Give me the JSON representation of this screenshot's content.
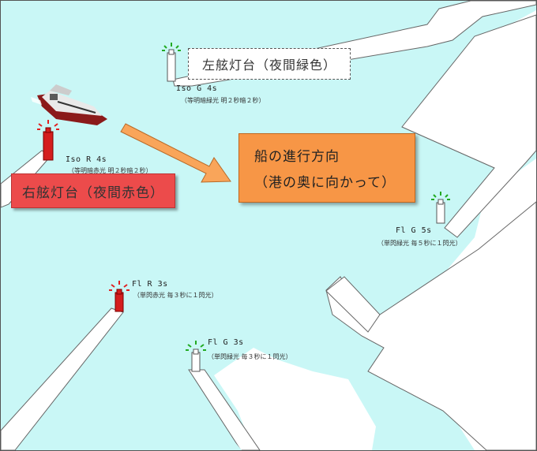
{
  "colors": {
    "water": "#c9f7f6",
    "land": "#ffffff",
    "red_light": "#e02020",
    "green_light": "#22aa22",
    "direction_box": "#f79646",
    "right_box": "#ec4b4b",
    "arrow": "#f9a55a"
  },
  "icons": [
    "ferry-ship-icon",
    "green-lighthouse-icon",
    "red-lighthouse-icon",
    "direction-arrow-icon"
  ],
  "labels": {
    "left_lighthouse_title": "左舷灯台（夜間緑色）",
    "right_lighthouse_title": "右舷灯台（夜間赤色）",
    "direction_line1": "船の進行方向",
    "direction_line2": "（港の奥に向かって）"
  },
  "lights": [
    {
      "id": "iso-g-4s",
      "code": "Iso G 4s",
      "desc": "（等明暗緑光 明２秒暗２秒）"
    },
    {
      "id": "iso-r-4s",
      "code": "Iso R 4s",
      "desc": "（等明暗赤光 明２秒暗２秒）"
    },
    {
      "id": "fl-g-5s",
      "code": "Fl G 5s",
      "desc": "（単閃緑光 毎５秒に１閃光）"
    },
    {
      "id": "fl-r-3s",
      "code": "Fl R 3s",
      "desc": "（単閃赤光 毎３秒に１閃光）"
    },
    {
      "id": "fl-g-3s",
      "code": "Fl G 3s",
      "desc": "（単閃緑光 毎３秒に１閃光）"
    }
  ]
}
